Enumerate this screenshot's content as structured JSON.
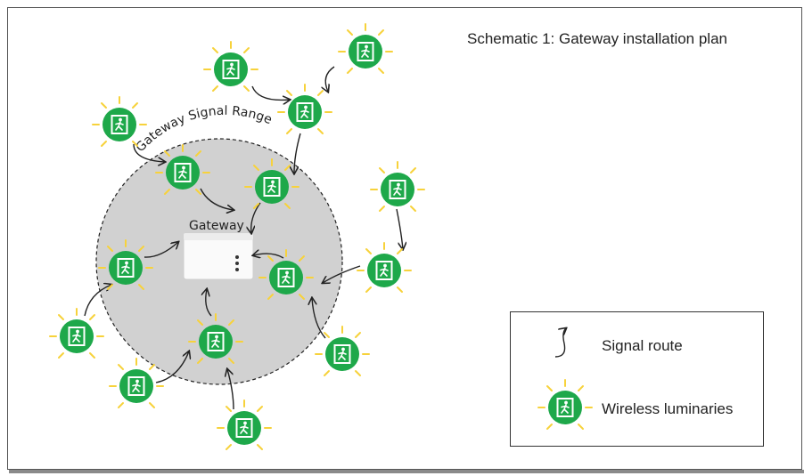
{
  "title": "Schematic 1: Gateway installation plan",
  "range_label": "Gateway Signal Range",
  "gateway_label": "Gateway",
  "legend": {
    "route_label": "Signal route",
    "luminaire_label": "Wireless luminaries"
  },
  "colors": {
    "range_fill": "#d1d1d1",
    "luminaire_green": "#1ea84a",
    "glow_yellow": "#f7d23b",
    "arrow": "#222222"
  }
}
